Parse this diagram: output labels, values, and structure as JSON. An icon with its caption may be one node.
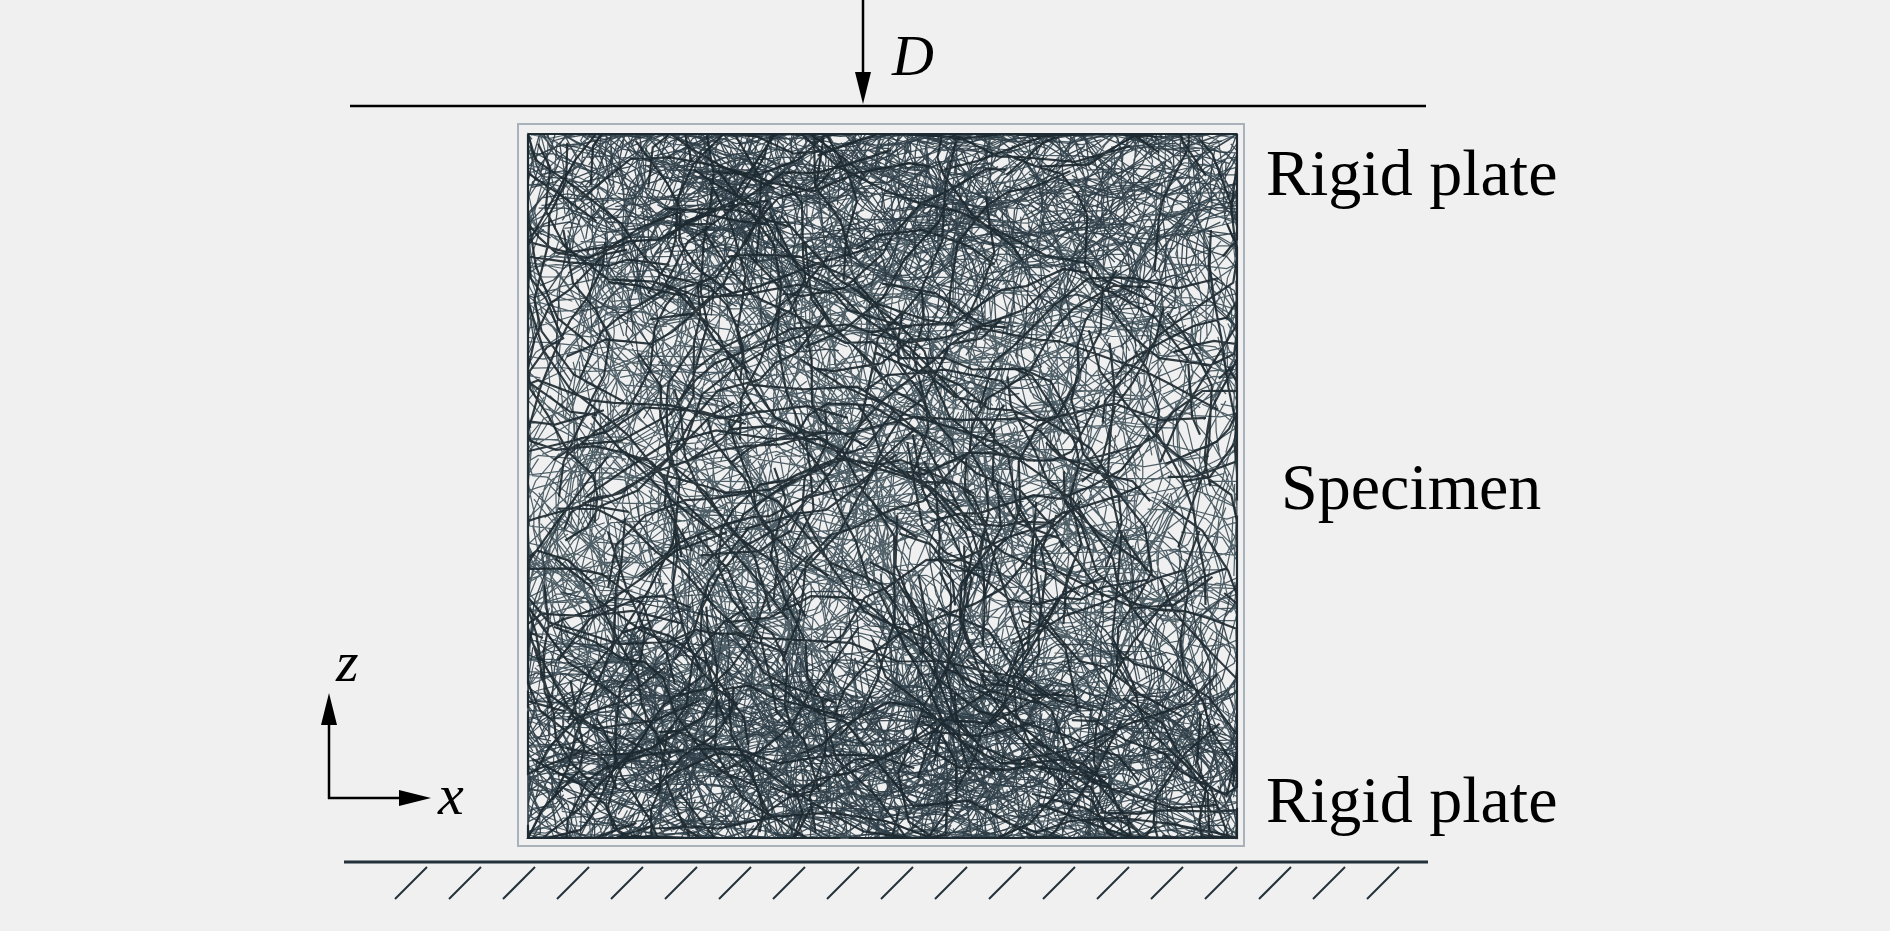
{
  "diagram": {
    "labels": [
      "D",
      "Rigid plate",
      "Specimen",
      "Rigid plate",
      "z",
      "x"
    ]
  }
}
